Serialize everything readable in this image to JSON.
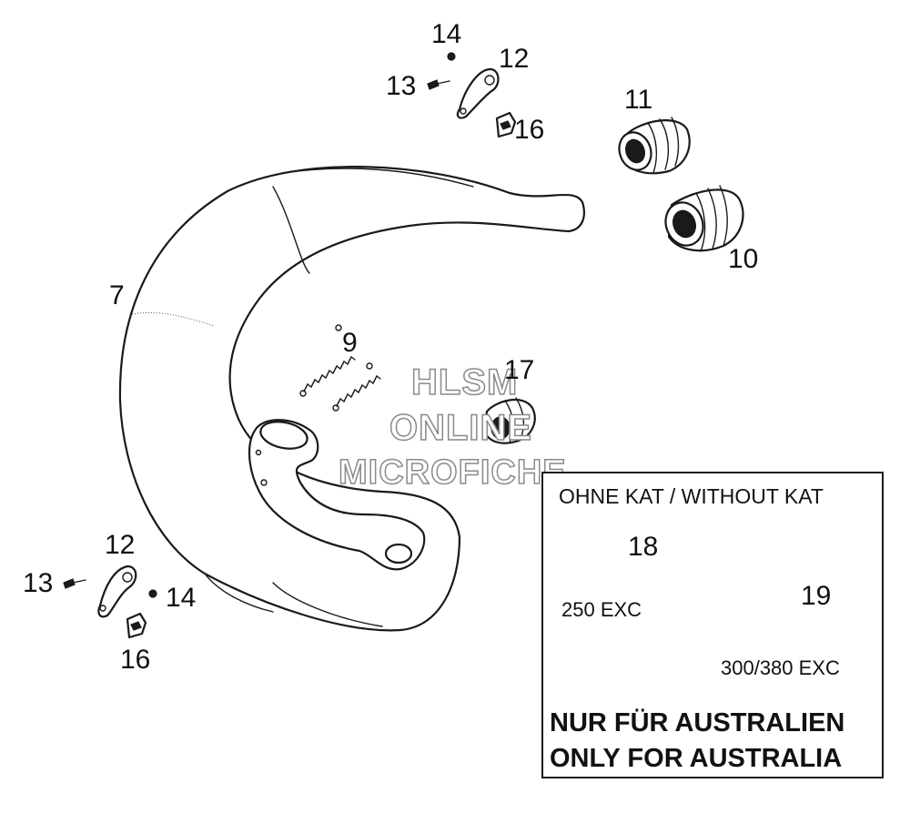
{
  "callouts": {
    "c7": "7",
    "c9": "9",
    "c10": "10",
    "c11": "11",
    "c12_top": "12",
    "c13_top": "13",
    "c14_top": "14",
    "c16_top": "16",
    "c17": "17",
    "c12_bottom": "12",
    "c13_bottom": "13",
    "c14_bottom": "14",
    "c16_bottom": "16",
    "c18": "18",
    "c19": "19"
  },
  "inset": {
    "heading": "OHNE KAT / WITHOUT KAT",
    "label_250": "250 EXC",
    "label_300_380": "300/380 EXC",
    "notice_de": "NUR FÜR AUSTRALIEN",
    "notice_en": "ONLY FOR AUSTRALIA"
  },
  "watermark": {
    "line1": "HLSM",
    "line2": "ONLINE",
    "line3": "MICROFICHE"
  }
}
